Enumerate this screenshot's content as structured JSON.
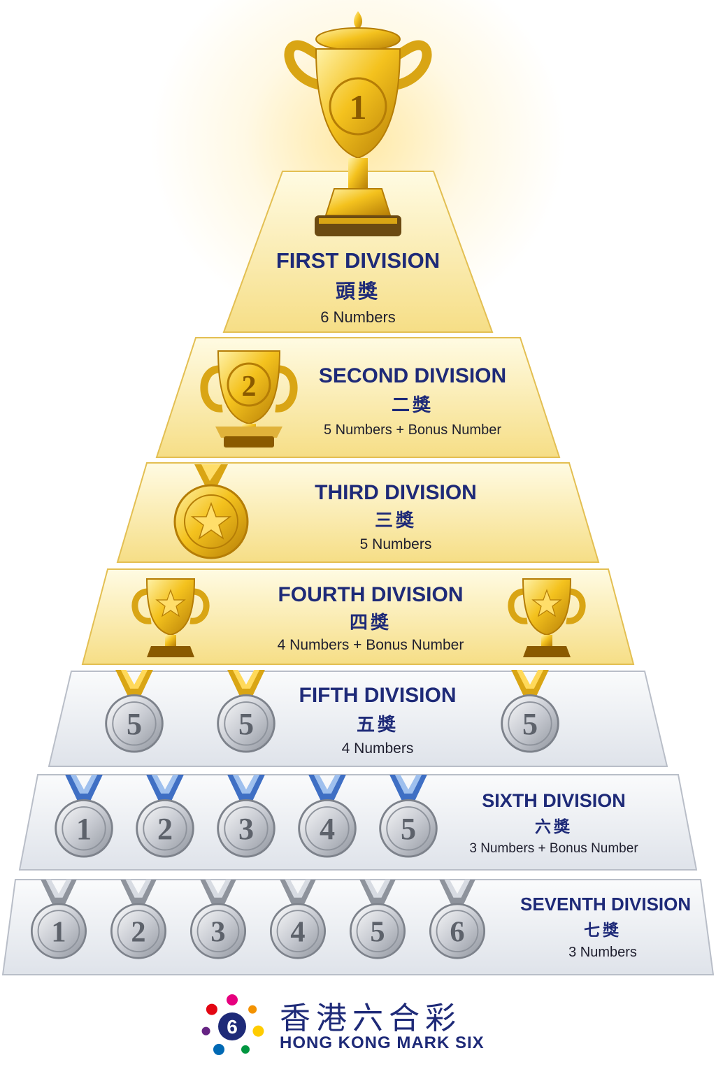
{
  "colors": {
    "title_navy": "#1e2a78",
    "gold_light": "#fff6cc",
    "gold_dark": "#f2cf62",
    "silver_light": "#f4f5f7",
    "silver_dark": "#d7dbe2"
  },
  "tiers": [
    {
      "title": "FIRST DIVISION",
      "zh": "頭獎",
      "rule": "6 Numbers",
      "icon": "gold-trophy-icon",
      "badge": "1"
    },
    {
      "title": "SECOND DIVISION",
      "zh": "二獎",
      "rule": "5 Numbers + Bonus Number",
      "icon": "gold-cup-icon",
      "badge": "2"
    },
    {
      "title": "THIRD DIVISION",
      "zh": "三獎",
      "rule": "5 Numbers",
      "icon": "gold-star-medal-icon"
    },
    {
      "title": "FOURTH DIVISION",
      "zh": "四獎",
      "rule": "4 Numbers + Bonus Number",
      "icon": "gold-star-trophy-icon"
    },
    {
      "title": "FIFTH DIVISION",
      "zh": "五獎",
      "rule": "4 Numbers",
      "icon": "silver-medal-icon",
      "badges": [
        "5",
        "5",
        "5"
      ]
    },
    {
      "title": "SIXTH DIVISION",
      "zh": "六獎",
      "rule": "3 Numbers + Bonus Number",
      "icon": "silver-medal-blue-ribbon-icon",
      "badges": [
        "1",
        "2",
        "3",
        "4",
        "5"
      ]
    },
    {
      "title": "SEVENTH DIVISION",
      "zh": "七獎",
      "rule": "3 Numbers",
      "icon": "silver-medal-grey-ribbon-icon",
      "badges": [
        "1",
        "2",
        "3",
        "4",
        "5",
        "6"
      ]
    }
  ],
  "logo": {
    "zh": "香港六合彩",
    "en": "HONG KONG MARK SIX",
    "mark_digit": "6",
    "dot_colors": [
      "#e6007e",
      "#f39200",
      "#ffcc00",
      "#009640",
      "#0069b4",
      "#662483",
      "#e30613"
    ]
  }
}
